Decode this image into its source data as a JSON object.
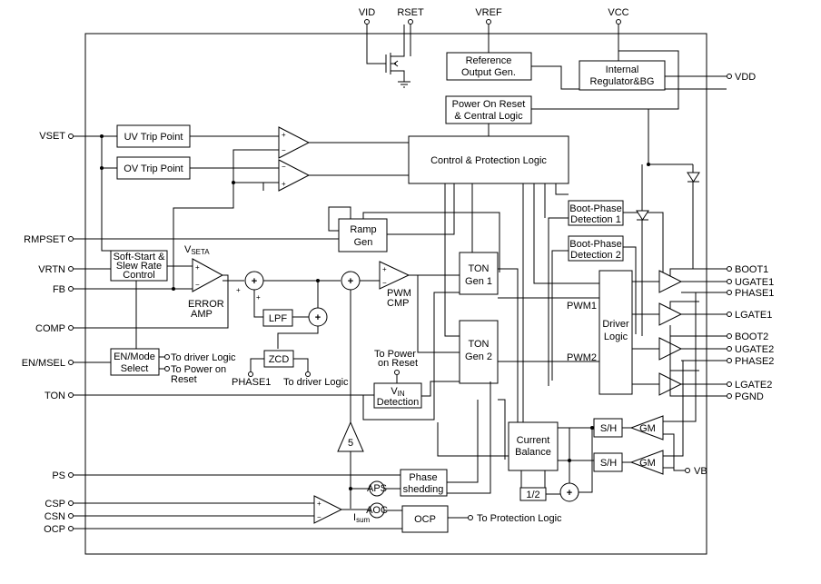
{
  "pins_left": {
    "vset": "VSET",
    "rmpset": "RMPSET",
    "vrtn": "VRTN",
    "fb": "FB",
    "comp": "COMP",
    "en_msel": "EN/MSEL",
    "ton": "TON",
    "ps": "PS",
    "csp": "CSP",
    "csn": "CSN",
    "ocp": "OCP"
  },
  "pins_top": {
    "vid": "VID",
    "rset": "RSET",
    "vref": "VREF",
    "vcc": "VCC"
  },
  "pins_right": {
    "vdd": "VDD",
    "boot1": "BOOT1",
    "ugate1": "UGATE1",
    "phase1": "PHASE1",
    "lgate1": "LGATE1",
    "boot2": "BOOT2",
    "ugate2": "UGATE2",
    "phase2": "PHASE2",
    "lgate2": "LGATE2",
    "pgnd": "PGND",
    "vb": "VB"
  },
  "blocks": {
    "ref_l1": "Reference",
    "ref_l2": "Output Gen.",
    "reg_l1": "Internal",
    "reg_l2": "Regulator&BG",
    "por_l1": "Power On Reset",
    "por_l2": "& Central Logic",
    "uv": "UV Trip Point",
    "ov": "OV Trip Point",
    "ctrl": "Control & Protection Logic",
    "ramp_l1": "Ramp",
    "ramp_l2": "Gen",
    "ss_l1": "Soft-Start &",
    "ss_l2": "Slew Rate",
    "ss_l3": "Control",
    "bp1_l1": "Boot-Phase",
    "bp1_l2": "Detection 1",
    "bp2_l1": "Boot-Phase",
    "bp2_l2": "Detection 2",
    "ton1_l1": "TON",
    "ton1_l2": "Gen 1",
    "ton2_l1": "TON",
    "ton2_l2": "Gen 2",
    "drv_l1": "Driver",
    "drv_l2": "Logic",
    "lpf": "LPF",
    "zcd": "ZCD",
    "en_l1": "EN/Mode",
    "en_l2": "Select",
    "vin_main": "V",
    "vin_sub": "IN",
    "vin_l2": "Detection",
    "cb_l1": "Current",
    "cb_l2": "Balance",
    "sh": "S/H",
    "gm": "GM",
    "half": "1/2",
    "phase_shed_l1": "Phase",
    "phase_shed_l2": "shedding",
    "ocp_box": "OCP",
    "aps": "APS",
    "aoc": "AOC",
    "five": "5"
  },
  "labels": {
    "vseta_main": "V",
    "vseta_sub": "SETA",
    "error_l1": "ERROR",
    "error_l2": "AMP",
    "pwm_cmp_l1": "PWM",
    "pwm_cmp_l2": "CMP",
    "pwm1": "PWM1",
    "pwm2": "PWM2",
    "to_driver_logic": "To driver Logic",
    "to_por_l1": "To Power on",
    "to_por_l2": "Reset",
    "phase1_in": "PHASE1",
    "to_driver_logic_2": "To driver Logic",
    "to_power_on_l1": "To Power",
    "to_power_on_l2": "on Reset",
    "isum_main": "I",
    "isum_sub": "sum",
    "to_protection": "To Protection Logic"
  }
}
